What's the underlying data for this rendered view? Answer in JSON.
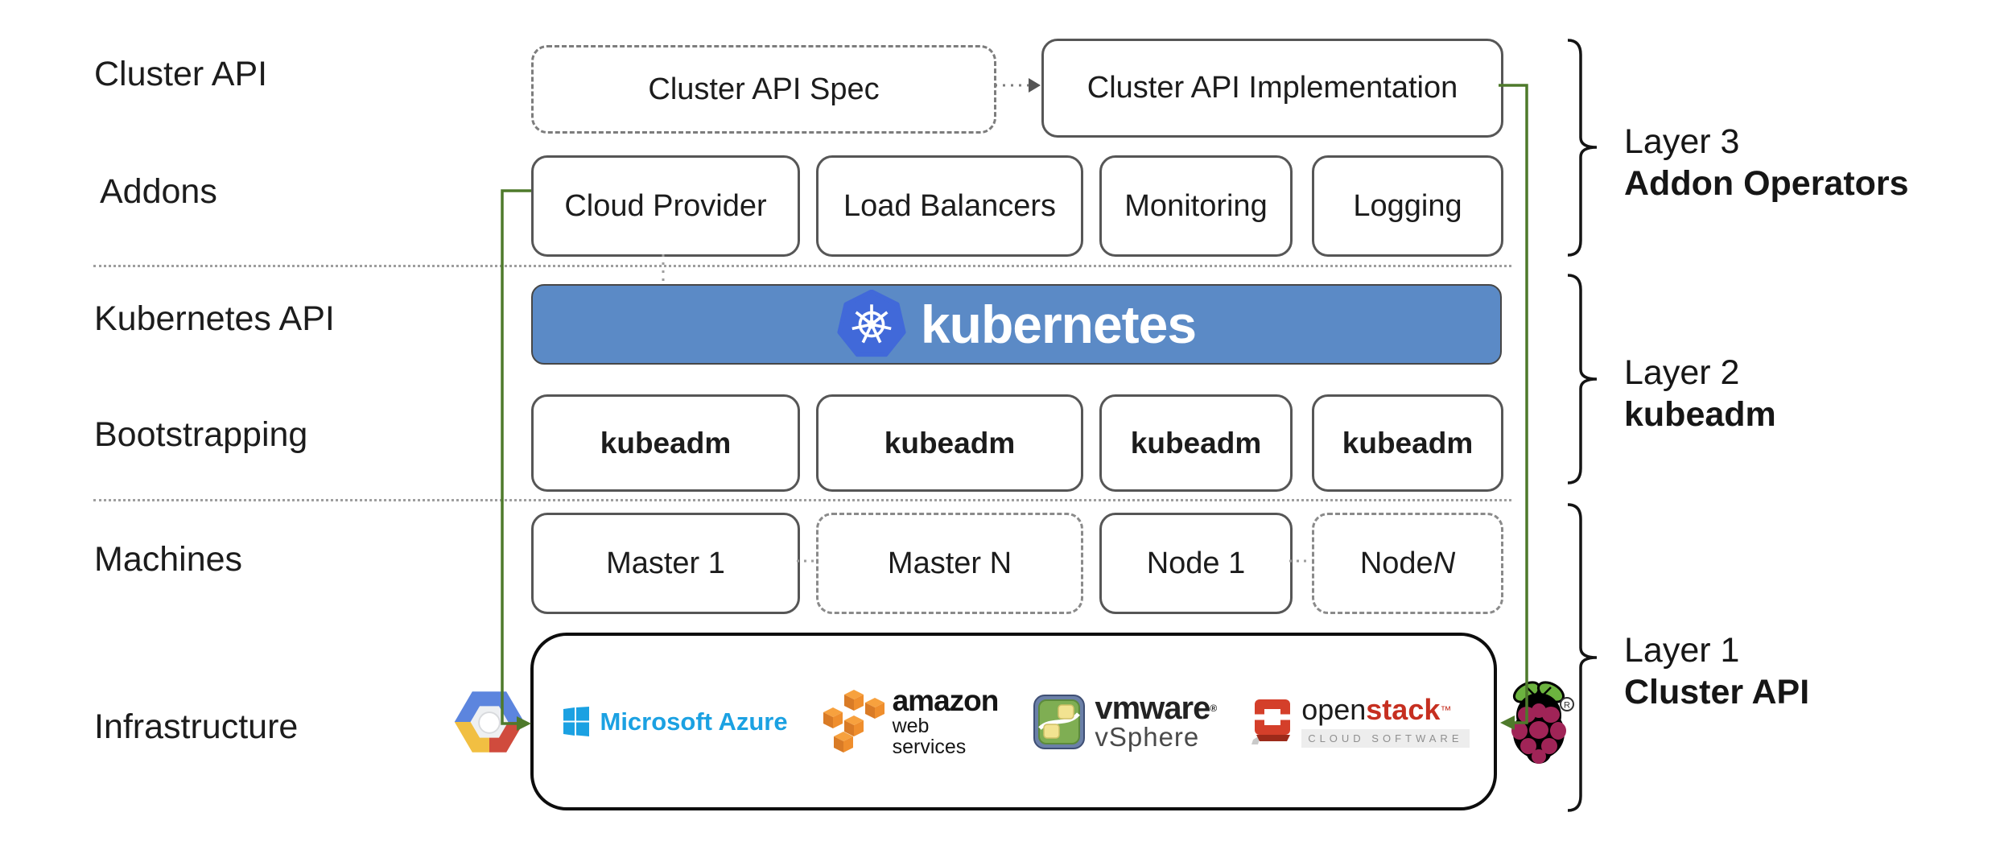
{
  "row_labels": [
    "Cluster API",
    "Addons",
    "Kubernetes API",
    "Bootstrapping",
    "Machines",
    "Infrastructure"
  ],
  "top_row": {
    "spec_label": "Cluster API Spec",
    "impl_label": "Cluster API Implementation"
  },
  "addons": {
    "boxes": [
      "Cloud Provider",
      "Load Balancers",
      "Monitoring",
      "Logging"
    ]
  },
  "kubernetes": {
    "wordmark": "kubernetes"
  },
  "bootstrapping": {
    "boxes": [
      "kubeadm",
      "kubeadm",
      "kubeadm",
      "kubeadm"
    ]
  },
  "machines": {
    "master1": "Master 1",
    "masterN": "Master N",
    "node1": "Node 1",
    "nodeN_prefix": "Node ",
    "nodeN_suffix": "N"
  },
  "infrastructure": {
    "azure_wordmark": "Microsoft Azure",
    "aws_word1": "amazon",
    "aws_word2": "web services",
    "vmware_word": "vmware",
    "vsphere_word": "vSphere",
    "openstack_word1": "open",
    "openstack_word2": "stack",
    "openstack_tm": "™",
    "openstack_sub": "CLOUD SOFTWARE",
    "registered_mark": "®"
  },
  "layers": {
    "layer3": {
      "line1": "Layer 3",
      "line2": "Addon Operators"
    },
    "layer2": {
      "line1": "Layer 2",
      "line2": "kubeadm"
    },
    "layer1": {
      "line1": "Layer 1",
      "line2": "Cluster API"
    }
  },
  "colors": {
    "green": "#4e7a2b",
    "banner-blue": "#5b8ac6",
    "k8s-blue": "#4169d9",
    "azure-blue": "#1ba1e2",
    "aws-orange": "#ef8e2d",
    "openstack-red": "#d43f2a",
    "raspberry": "#a02457",
    "leaf-green": "#6cb33f"
  }
}
